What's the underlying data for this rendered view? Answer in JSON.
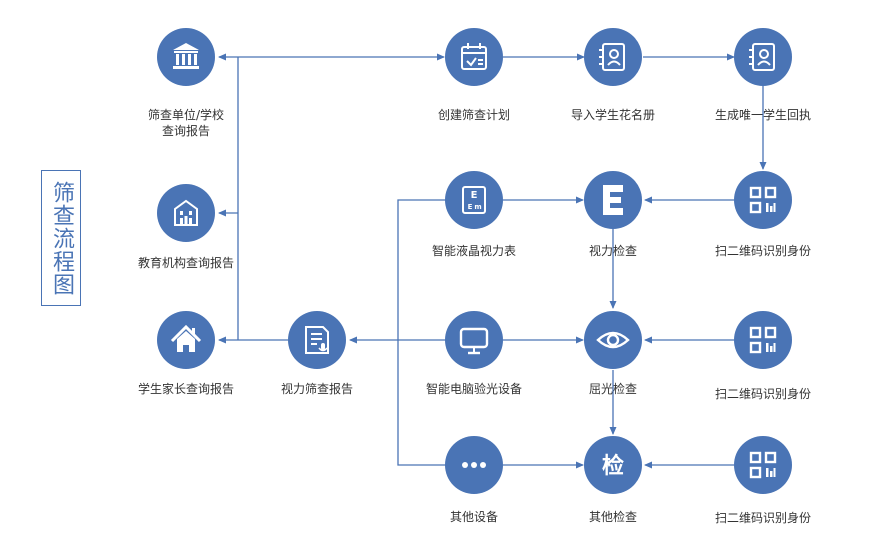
{
  "title": "筛查流程图",
  "colors": {
    "node": "#4a74b5",
    "line": "#4a74b5",
    "icon": "#ffffff"
  },
  "nodes": {
    "school_report": {
      "label": "筛查单位/学校\n查询报告",
      "icon": "school-building-icon"
    },
    "create_plan": {
      "label": "创建筛查计划",
      "icon": "calendar-check-icon"
    },
    "import_roster": {
      "label": "导入学生花名册",
      "icon": "roster-book-icon"
    },
    "generate_receipt": {
      "label": "生成唯一学生回执",
      "icon": "student-receipt-icon"
    },
    "edu_report": {
      "label": "教育机构查询报告",
      "icon": "institution-building-icon"
    },
    "lcd_chart": {
      "label": "智能液晶视力表",
      "icon": "eye-chart-icon"
    },
    "vision_check": {
      "label": "视力检查",
      "icon": "letter-e-icon"
    },
    "scan_id_1": {
      "label": "扫二维码识别身份",
      "icon": "qr-code-icon"
    },
    "parent_report": {
      "label": "学生家长查询报告",
      "icon": "home-icon"
    },
    "screening_report": {
      "label": "视力筛查报告",
      "icon": "report-document-icon"
    },
    "refractometer": {
      "label": "智能电脑验光设备",
      "icon": "monitor-icon"
    },
    "refraction_check": {
      "label": "屈光检查",
      "icon": "eye-icon"
    },
    "scan_id_2": {
      "label": "扫二维码识别身份",
      "icon": "qr-code-icon"
    },
    "other_devices": {
      "label": "其他设备",
      "icon": "ellipsis-icon"
    },
    "other_check": {
      "label": "其他检查",
      "icon": "check-character-icon",
      "glyph": "检"
    },
    "scan_id_3": {
      "label": "扫二维码识别身份",
      "icon": "qr-code-icon"
    }
  }
}
